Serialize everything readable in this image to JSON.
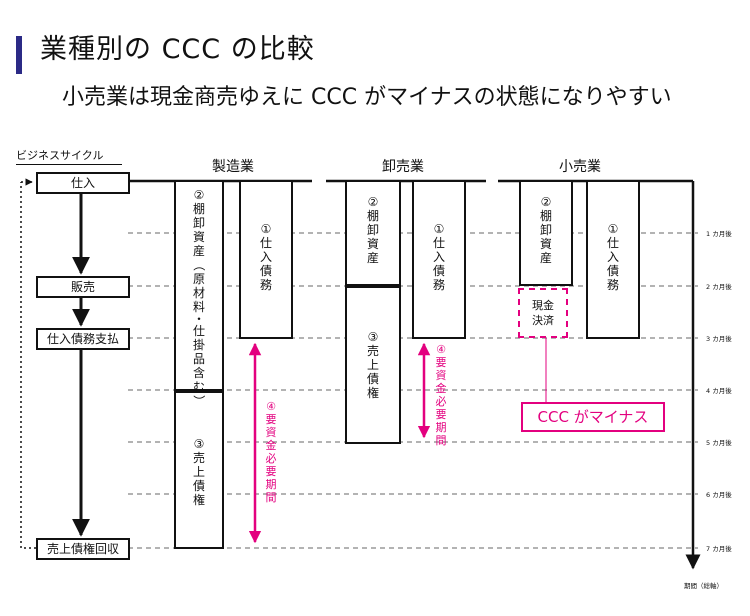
{
  "title": "業種別の CCC の比較",
  "subtitle": "小売業は現金商売ゆえに CCC がマイナスの状態になりやすい",
  "flow": {
    "header": "ビジネスサイクル",
    "steps": [
      "仕入",
      "販売",
      "仕入債務支払",
      "売上債権回収"
    ]
  },
  "industries": [
    {
      "name": "製造業",
      "inventory": "②棚卸資産（原材料・仕掛品含む）",
      "payables": "①仕入債務",
      "receivables": "③売上債権",
      "funding_period": "④要資金必要期間"
    },
    {
      "name": "卸売業",
      "inventory": "②棚卸資産",
      "payables": "①仕入債務",
      "receivables": "③売上債権",
      "funding_period": "④要資金必要期間"
    },
    {
      "name": "小売業",
      "inventory": "②棚卸資産",
      "payables": "①仕入債務",
      "cash_settlement": "現金決済",
      "ccc_badge": "CCC がマイナス"
    }
  ],
  "timeline": {
    "months": [
      "1 カ月後",
      "2 カ月後",
      "3 カ月後",
      "4 カ月後",
      "5 カ月後",
      "6 カ月後",
      "7 カ月後"
    ],
    "axis_label": "期間（総軸）"
  },
  "colors": {
    "accent": "#e3007f",
    "title_bar": "#2b2a86",
    "grid": "#9a9a9a",
    "line": "#111111"
  }
}
